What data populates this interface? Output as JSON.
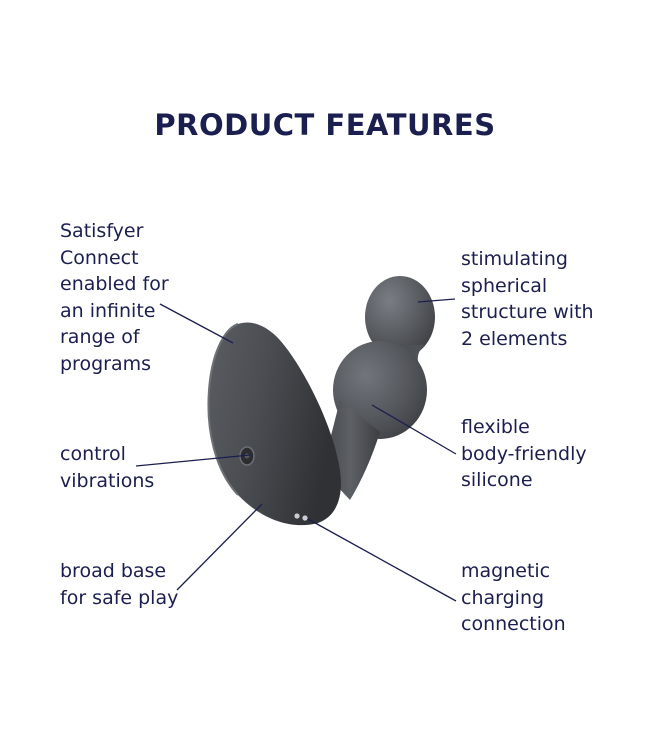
{
  "title": "PRODUCT FEATURES",
  "colors": {
    "text": "#1b1f4f",
    "product": "#4d5054",
    "product_dark": "#2f3134",
    "product_light": "#6e7277",
    "leader_line": "#1b1f4f"
  },
  "features": {
    "connect": "Satisfyer\nConnect\nenabled for\nan infinite\nrange of\nprograms",
    "control": "control\nvibrations",
    "base": "broad base\nfor safe play",
    "spherical": "stimulating\nspherical\nstructure with\n2 elements",
    "silicone": "flexible\nbody-friendly\nsilicone",
    "charging": "magnetic\ncharging\nconnection"
  }
}
